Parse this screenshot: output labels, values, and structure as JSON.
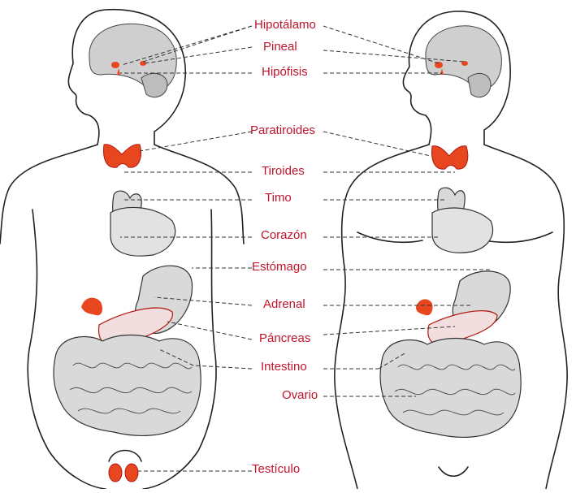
{
  "colors": {
    "label": "#c0142a",
    "gland": "#e8461f",
    "gland_dark": "#b01a10",
    "organ_fill": "#d9d9d9",
    "outline": "#222222",
    "leader": "#333333"
  },
  "labels": [
    {
      "key": "hypothalamus",
      "text": "Hipotálamo"
    },
    {
      "key": "pineal",
      "text": "Pineal"
    },
    {
      "key": "pituitary",
      "text": "Hipófisis"
    },
    {
      "key": "parathyroid",
      "text": "Paratiroides"
    },
    {
      "key": "thyroid",
      "text": "Tiroides"
    },
    {
      "key": "thymus",
      "text": "Timo"
    },
    {
      "key": "heart",
      "text": "Corazón"
    },
    {
      "key": "stomach",
      "text": "Estómago"
    },
    {
      "key": "adrenal",
      "text": "Adrenal"
    },
    {
      "key": "pancreas",
      "text": "Páncreas"
    },
    {
      "key": "intestine",
      "text": "Intestino"
    },
    {
      "key": "ovary",
      "text": "Ovario"
    },
    {
      "key": "testicle",
      "text": "Testículo"
    }
  ]
}
